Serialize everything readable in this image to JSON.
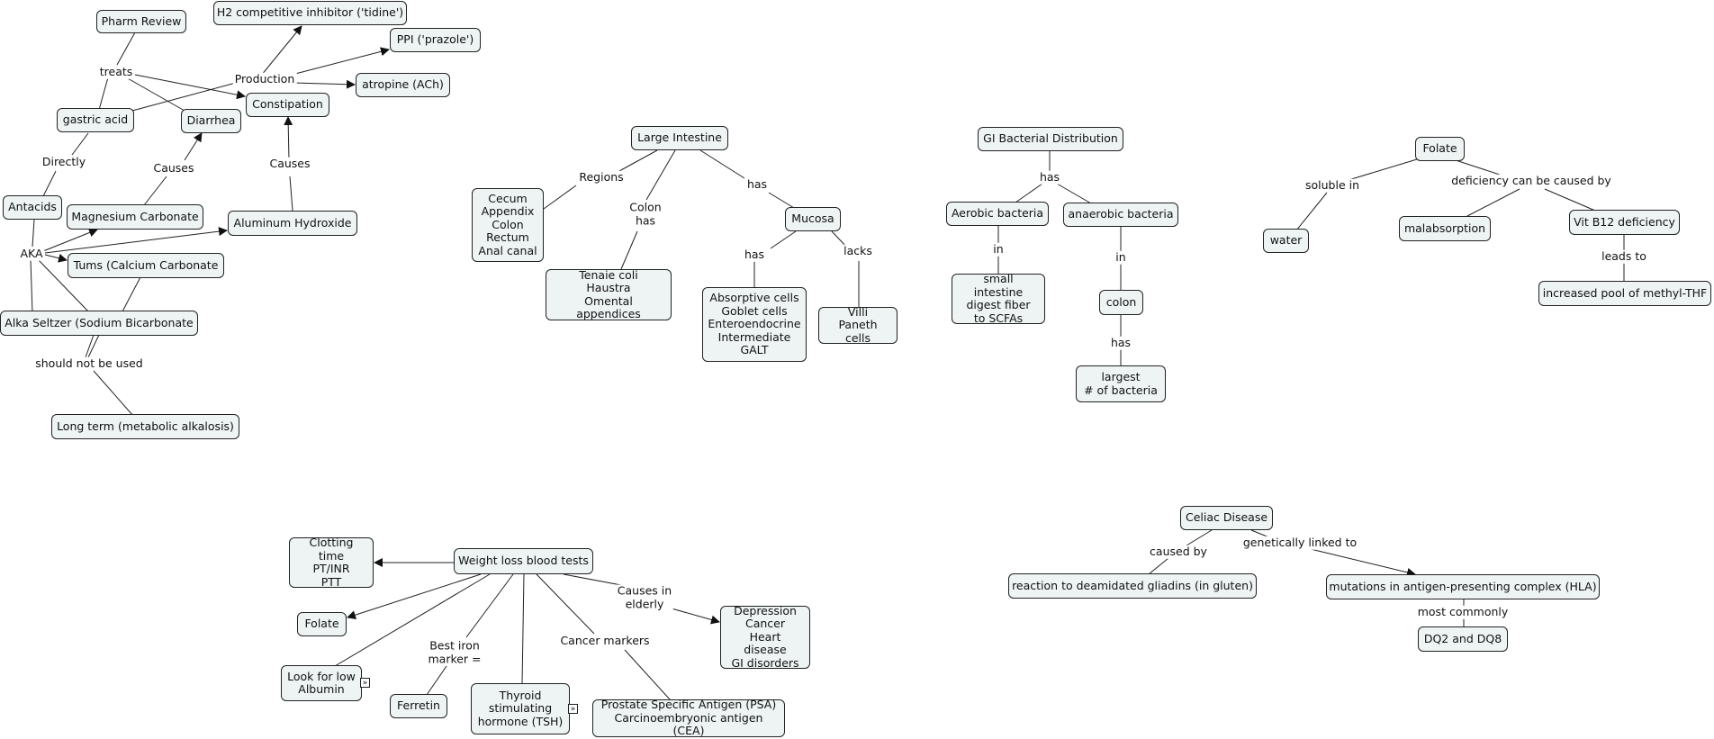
{
  "nodes": {
    "pharm_review": "Pharm Review",
    "h2_inhibitor": "H2 competitive inhibitor ('tidine')",
    "ppi": "PPI ('prazole')",
    "atropine": "atropine (ACh)",
    "constipation": "Constipation",
    "gastric_acid": "gastric acid",
    "diarrhea": "Diarrhea",
    "antacids": "Antacids",
    "magnesium_carbonate": "Magnesium Carbonate",
    "aluminum_hydroxide": "Aluminum Hydroxide",
    "tums": "Tums (Calcium Carbonate",
    "alka_seltzer": "Alka Seltzer (Sodium Bicarbonate",
    "long_term": "Long term (metabolic alkalosis)",
    "large_intestine": "Large Intestine",
    "regions_list": "Cecum\nAppendix\nColon\nRectum\nAnal canal",
    "colon_features": "Tenaie coli\nHaustra\nOmental appendices",
    "mucosa": "Mucosa",
    "mucosa_cells": "Absorptive cells\nGoblet cells\nEnteroendocrine\nIntermediate\nGALT",
    "villi": "Villi\nPaneth cells",
    "gi_bacterial": "GI Bacterial Distribution",
    "aerobic": "Aerobic bacteria",
    "anaerobic": "anaerobic bacteria",
    "small_intestine": "small intestine\ndigest fiber\nto SCFAs",
    "colon": "colon",
    "largest_bacteria": "largest\n# of bacteria",
    "folate_top": "Folate",
    "water": "water",
    "malabsorption": "malabsorption",
    "vit_b12": "Vit B12 deficiency",
    "methyl_thf": "increased pool of methyl-THF",
    "weight_loss": "Weight loss blood tests",
    "clotting": "Clotting time\nPT/INR\nPTT",
    "folate_bottom": "Folate",
    "albumin": "Look for low\nAlbumin",
    "ferretin": "Ferretin",
    "tsh": "Thyroid\nstimulating\nhormone (TSH)",
    "psa_cea": "Prostate Specific Antigen (PSA)\nCarcinoembryonic antigen (CEA)",
    "depression": "Depression\nCancer\nHeart disease\nGI disorders",
    "celiac": "Celiac Disease",
    "gliadins": "reaction to deamidated gliadins (in gluten)",
    "hla": "mutations in antigen-presenting complex (HLA)",
    "dq": "DQ2 and DQ8"
  },
  "labels": {
    "treats": "treats",
    "production": "Production",
    "directly": "Directly",
    "causes_diarrhea": "Causes",
    "causes_constipation": "Causes",
    "aka": "AKA",
    "should_not": "should not be used",
    "regions": "Regions",
    "colon_has": "Colon\nhas",
    "has_mucosa": "has",
    "mucosa_has": "has",
    "lacks": "lacks",
    "bact_has": "has",
    "aerobic_in": "in",
    "anaerobic_in": "in",
    "colon_has2": "has",
    "soluble_in": "soluble in",
    "deficiency_caused": "deficiency can be caused by",
    "leads_to": "leads to",
    "best_iron": "Best iron\nmarker =",
    "cancer_markers": "Cancer markers",
    "causes_elderly": "Causes in\nelderly",
    "caused_by": "caused by",
    "genetically_linked": "genetically linked to",
    "most_commonly": "most commonly"
  },
  "expander_symbol": "»"
}
